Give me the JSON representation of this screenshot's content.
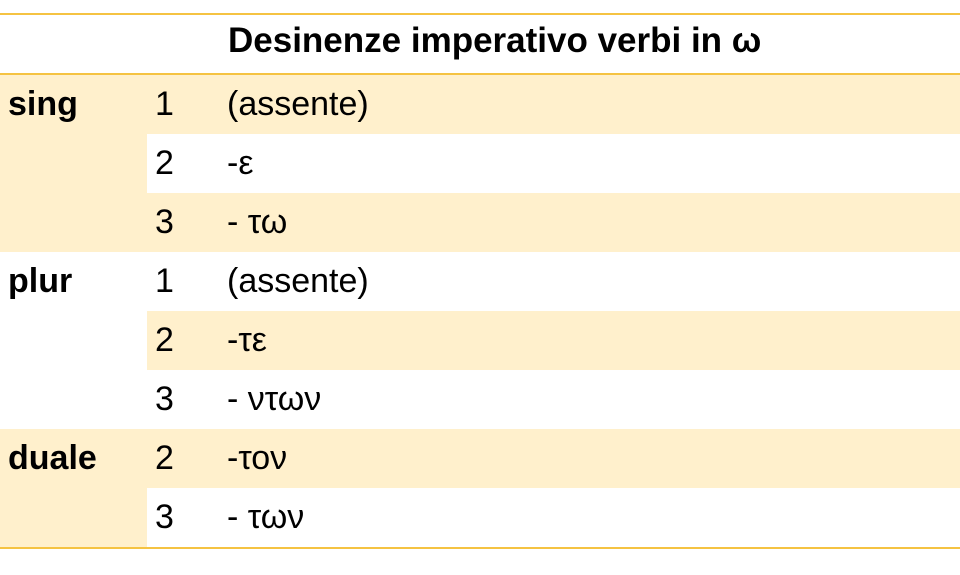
{
  "table": {
    "title": "Desinenze imperativo verbi in ω",
    "border_color": "#f5c342",
    "band_color": "#fff0cc",
    "groups": [
      {
        "label": "sing",
        "rows": [
          {
            "person": "1",
            "ending": "(assente)"
          },
          {
            "person": "2",
            "ending": "-ε"
          },
          {
            "person": "3",
            "ending": "- τω"
          }
        ]
      },
      {
        "label": "plur",
        "rows": [
          {
            "person": "1",
            "ending": "(assente)"
          },
          {
            "person": "2",
            "ending": "-τε"
          },
          {
            "person": "3",
            "ending": "- ντων"
          }
        ]
      },
      {
        "label": "duale",
        "rows": [
          {
            "person": "2",
            "ending": "-τον"
          },
          {
            "person": "3",
            "ending": "- των"
          }
        ]
      }
    ]
  }
}
